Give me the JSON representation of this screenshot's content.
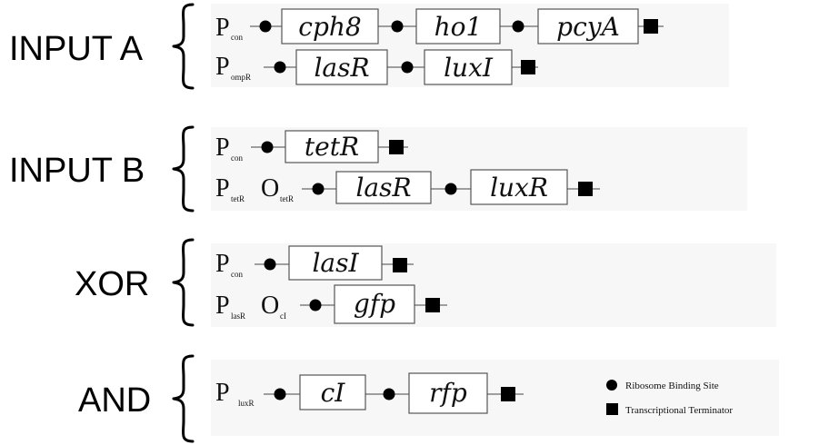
{
  "groups": [
    {
      "label": "INPUT A",
      "rows": [
        {
          "promoter": [
            [
              "P",
              "con"
            ]
          ],
          "genes": [
            "cph8",
            "ho1",
            "pcyA"
          ]
        },
        {
          "promoter": [
            [
              "P",
              "ompR"
            ]
          ],
          "genes": [
            "lasR",
            "luxI"
          ]
        }
      ]
    },
    {
      "label": "INPUT B",
      "rows": [
        {
          "promoter": [
            [
              "P",
              "con"
            ]
          ],
          "genes": [
            "tetR"
          ]
        },
        {
          "promoter": [
            [
              "P",
              "tetR"
            ],
            [
              "O",
              "tetR"
            ]
          ],
          "genes": [
            "lasR",
            "luxR"
          ]
        }
      ]
    },
    {
      "label": "XOR",
      "rows": [
        {
          "promoter": [
            [
              "P",
              "con"
            ]
          ],
          "genes": [
            "lasI"
          ]
        },
        {
          "promoter": [
            [
              "P",
              "lasR"
            ],
            [
              "O",
              "cI"
            ]
          ],
          "genes": [
            "gfp"
          ]
        }
      ]
    },
    {
      "label": "AND",
      "rows": [
        {
          "promoter": [
            [
              "P",
              "luxR"
            ]
          ],
          "genes": [
            "cI",
            "rfp"
          ]
        }
      ]
    }
  ],
  "legend": {
    "rbs": "Ribosome Binding Site",
    "terminator": "Transcriptional Terminator"
  }
}
